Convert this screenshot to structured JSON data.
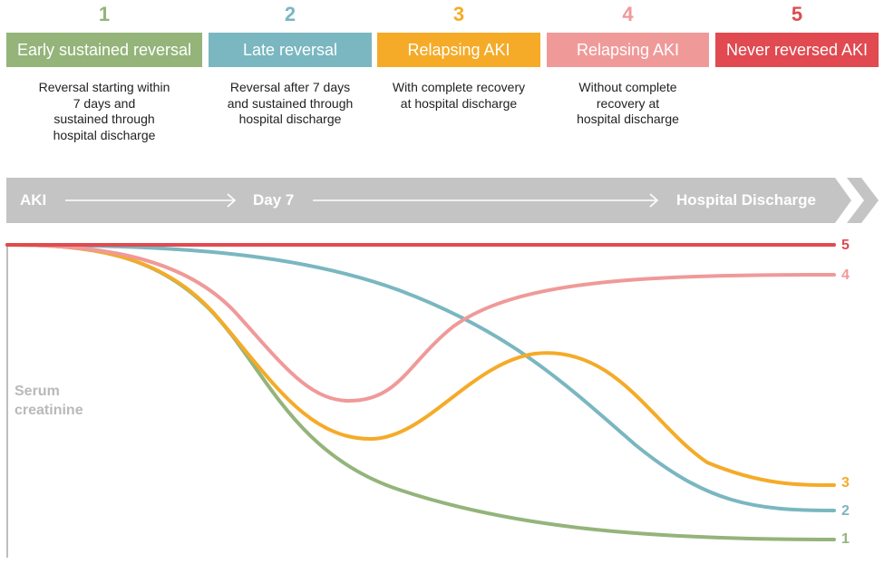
{
  "categories": [
    {
      "number": "1",
      "title": "Early sustained reversal",
      "description": "Reversal starting within\n7 days and\nsustained through\nhospital discharge",
      "color": "#94b47a"
    },
    {
      "number": "2",
      "title": "Late reversal",
      "description": "Reversal after 7 days\nand sustained through\nhospital discharge",
      "color": "#7ab7c0"
    },
    {
      "number": "3",
      "title": "Relapsing AKI",
      "description": "With complete recovery\nat hospital discharge",
      "color": "#f5ab28"
    },
    {
      "number": "4",
      "title": "Relapsing AKI",
      "description": "Without complete\nrecovery at\nhospital discharge",
      "color": "#f09999"
    },
    {
      "number": "5",
      "title": "Never reversed AKI",
      "description": "",
      "color": "#e04a50"
    }
  ],
  "timeline": {
    "start": "AKI",
    "middle": "Day 7",
    "end": "Hospital Discharge",
    "color": "#c4c4c4"
  },
  "y_axis_label": "Serum\ncreatinine",
  "curve_labels": {
    "c1": "1",
    "c2": "2",
    "c3": "3",
    "c4": "4",
    "c5": "5"
  }
}
